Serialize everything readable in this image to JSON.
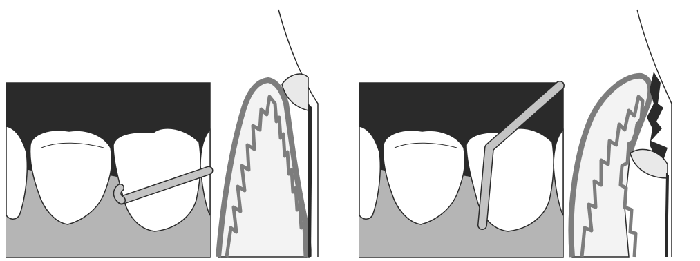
{
  "figure": {
    "panels": [
      {
        "id": "left",
        "probe": "straight-horizontal-probe"
      },
      {
        "id": "right",
        "probe": "angled-vertical-probe"
      }
    ],
    "colors": {
      "background": "#ffffff",
      "dark_space": "#2a2a2a",
      "gum": "#b5b5b5",
      "tooth": "#ffffff",
      "outline": "#2b2b2b",
      "probe": "#c4c4c4",
      "epithelium": "#7d7d7d",
      "section_fill": "#f3f3f3"
    }
  }
}
